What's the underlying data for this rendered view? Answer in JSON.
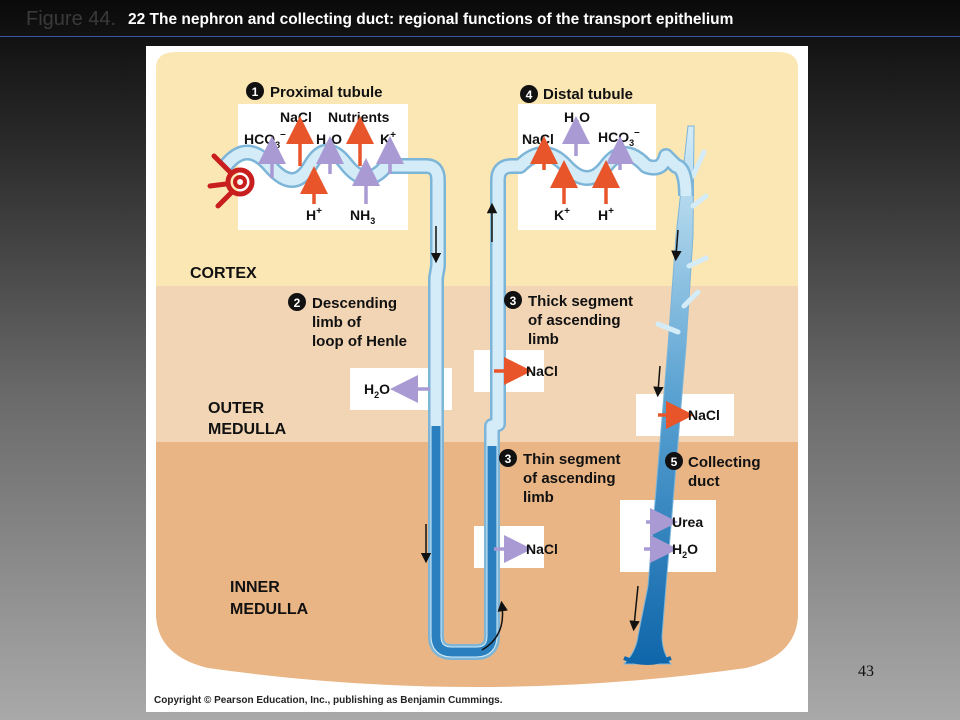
{
  "slide": {
    "figure_prefix": "Figure 44.",
    "caption": "22  The nephron and collecting duct: regional functions of the transport epithelium",
    "slide_number": "43"
  },
  "zones": {
    "cortex": "CORTEX",
    "outer_medulla_1": "OUTER",
    "outer_medulla_2": "MEDULLA",
    "inner_medulla_1": "INNER",
    "inner_medulla_2": "MEDULLA"
  },
  "regions": {
    "proximal": {
      "number": "1",
      "title": "Proximal tubule"
    },
    "descending": {
      "number": "2",
      "line1": "Descending",
      "line2": "limb of",
      "line3": "loop of Henle"
    },
    "thick": {
      "number": "3",
      "line1": "Thick segment",
      "line2": "of ascending",
      "line3": "limb"
    },
    "thin": {
      "number": "3",
      "line1": "Thin segment",
      "line2": "of ascending",
      "line3": "limb"
    },
    "distal": {
      "number": "4",
      "title": "Distal tubule"
    },
    "collecting": {
      "number": "5",
      "line1": "Collecting",
      "line2": "duct"
    }
  },
  "substances": {
    "nacl": "NaCl",
    "nutrients": "Nutrients",
    "hco3": "HCO",
    "h2o_h": "H",
    "h2o_o": "O",
    "sub2": "2",
    "sub3": "3",
    "k": "K",
    "h": "H",
    "nh3": "NH",
    "plus": "+",
    "minus": "–",
    "urea": "Urea"
  },
  "colors": {
    "cortex": "#fbe7b4",
    "outer_medulla": "#f2d5b4",
    "inner_medulla": "#e9b585",
    "active_arrow": "#e8552a",
    "passive_arrow": "#a99ad3",
    "tubule_light": "#d4ecf7",
    "tubule_dark": "#1878b8"
  },
  "copyright": "Copyright © Pearson Education, Inc., publishing as Benjamin Cummings."
}
